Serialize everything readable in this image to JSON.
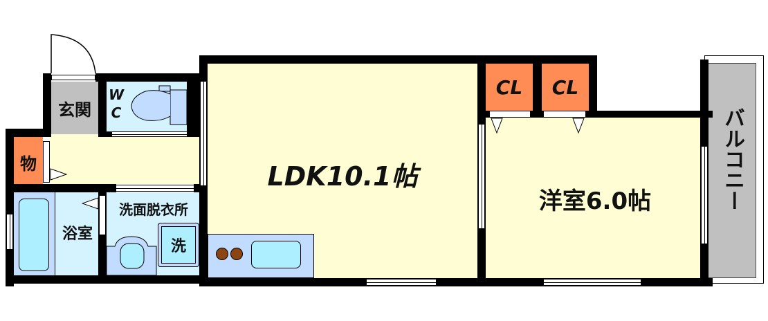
{
  "floorplan": {
    "rooms": {
      "ldk": {
        "label": "LDK10.1帖",
        "color": "#FFFDD4"
      },
      "western_room": {
        "label": "洋室6.0帖",
        "color": "#FFFDD4"
      },
      "closet_1": {
        "label": "CL",
        "color": "#FF8C55"
      },
      "closet_2": {
        "label": "CL",
        "color": "#FF8C55"
      },
      "balcony": {
        "label": "バルコニー",
        "color": "#C0C0C0"
      },
      "entrance": {
        "label": "玄関",
        "color": "#C0C0C0"
      },
      "toilet": {
        "label_w": "W",
        "label_c": "C",
        "color": "#D5F3FF"
      },
      "storage": {
        "label": "物",
        "color": "#FF8C55"
      },
      "bathroom": {
        "label": "浴室",
        "color": "#D5F3FF"
      },
      "washroom": {
        "label": "洗面脱衣所",
        "color": "#D5F3FF"
      },
      "washer": {
        "label": "洗",
        "color": "#C2DCFF"
      },
      "hallway": {
        "color": "#FFFDD4"
      }
    },
    "fixtures": {
      "kitchen_counter_color": "#C2DCFF",
      "sink_color": "#AEEFFF",
      "burner_color": "#8B4513",
      "bathtub_color": "#AEEFFF",
      "toilet_color": "#C2DCFF"
    },
    "wall_color": "#000000"
  }
}
